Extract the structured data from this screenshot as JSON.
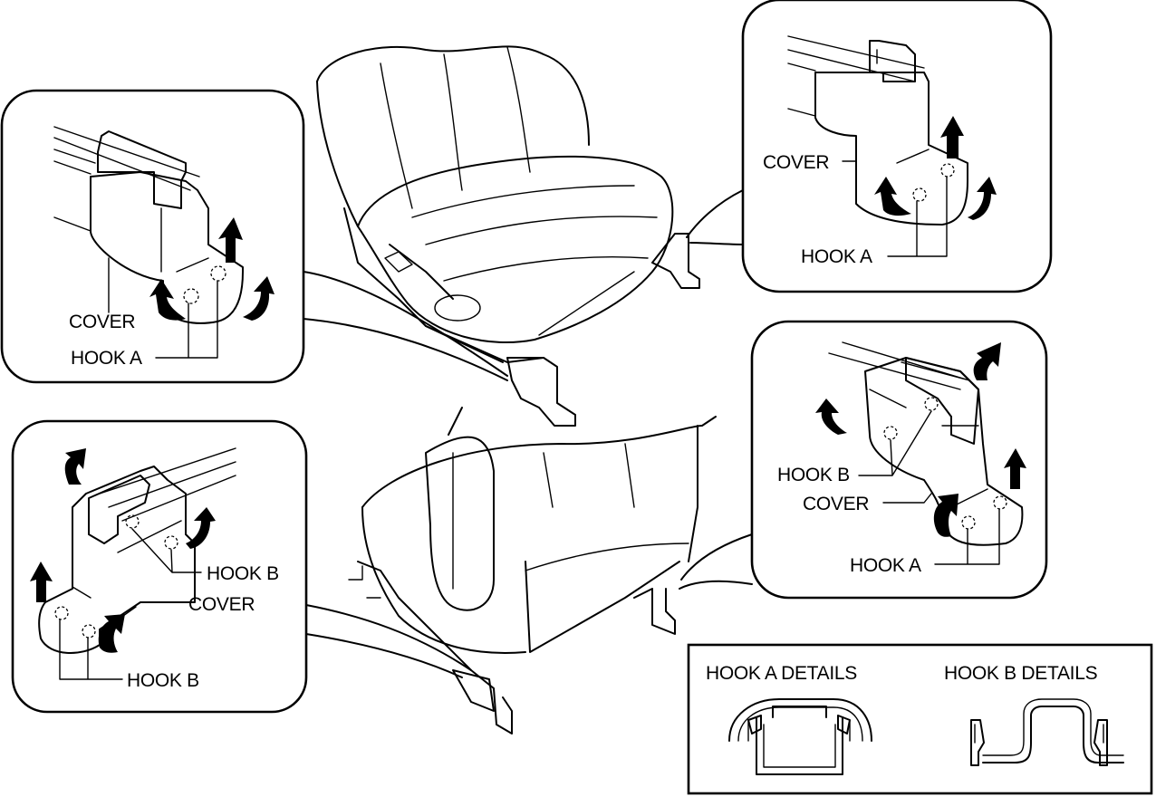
{
  "labels": {
    "cover": "COVER",
    "hook_a": "HOOK A",
    "hook_b": "HOOK B",
    "hook_a_details": "HOOK A DETAILS",
    "hook_b_details": "HOOK B DETAILS"
  }
}
